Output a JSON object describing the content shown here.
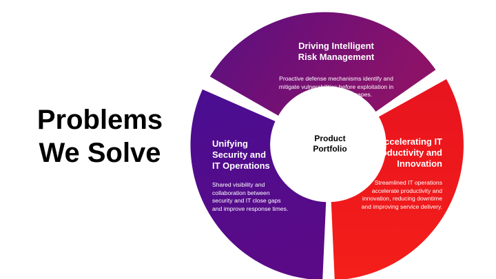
{
  "title": {
    "line1": "Problems",
    "line2": "We Solve"
  },
  "colors": {
    "top_segment": "#7a1478",
    "left_segment": "#4f0c8c",
    "right_segment": "#ee1c1c",
    "center": "#ffffff",
    "background": "#ffffff"
  },
  "center": {
    "line1": "Product",
    "line2": "Portfolio"
  },
  "segments": {
    "top": {
      "heading": [
        "Driving Intelligent",
        "Risk Management"
      ],
      "body": [
        "Proactive defense mechanisms identify and",
        "mitigate vulnerabilities before exploitation in",
        "evolving threat landscapes."
      ]
    },
    "left": {
      "heading": [
        "Unifying",
        "Security and",
        "IT Operations"
      ],
      "body": [
        "Shared visibility and",
        "collaboration between",
        "security and IT close gaps",
        "and improve response times."
      ]
    },
    "right": {
      "heading": [
        "Accelerating IT",
        "Productivity and",
        "Innovation"
      ],
      "body": [
        "Streamlined IT operations",
        "accelerate productivity and",
        "innovation, reducing downtime",
        "and improving service delivery."
      ]
    }
  }
}
